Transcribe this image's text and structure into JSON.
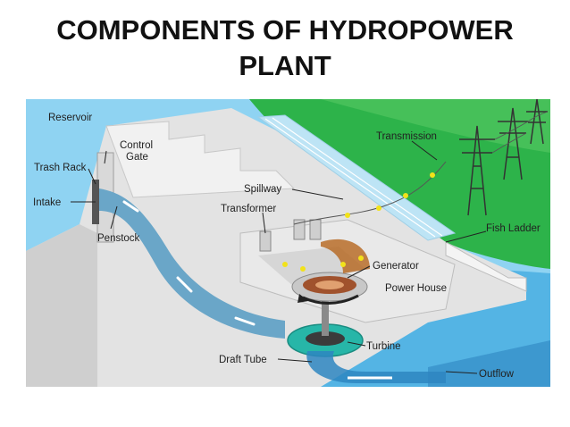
{
  "title": {
    "line1": "COMPONENTS OF HYDROPOWER",
    "line2": "PLANT"
  },
  "labels": {
    "reservoir": "Reservoir",
    "control_gate_line1": "Control",
    "control_gate_line2": "Gate",
    "trash_rack": "Trash Rack",
    "intake": "Intake",
    "penstock": "Penstock",
    "spillway": "Spillway",
    "transformer": "Transformer",
    "transmission": "Transmission",
    "fish_ladder": "Fish Ladder",
    "generator": "Generator",
    "power_house": "Power House",
    "turbine": "Turbine",
    "draft_tube": "Draft Tube",
    "outflow": "Outflow"
  },
  "colors": {
    "water": "#5bb8e6",
    "water_dark": "#2e86c1",
    "land": "#2db34a",
    "land_light": "#7dcf6d",
    "concrete": "#e3e3e3",
    "concrete_dark": "#c4c4c4",
    "penstock": "#6aa6c8",
    "turbine_teal": "#27b6a8",
    "generator_brown": "#a0522d",
    "wire_yellow": "#f2e21a",
    "tower": "#333333"
  }
}
